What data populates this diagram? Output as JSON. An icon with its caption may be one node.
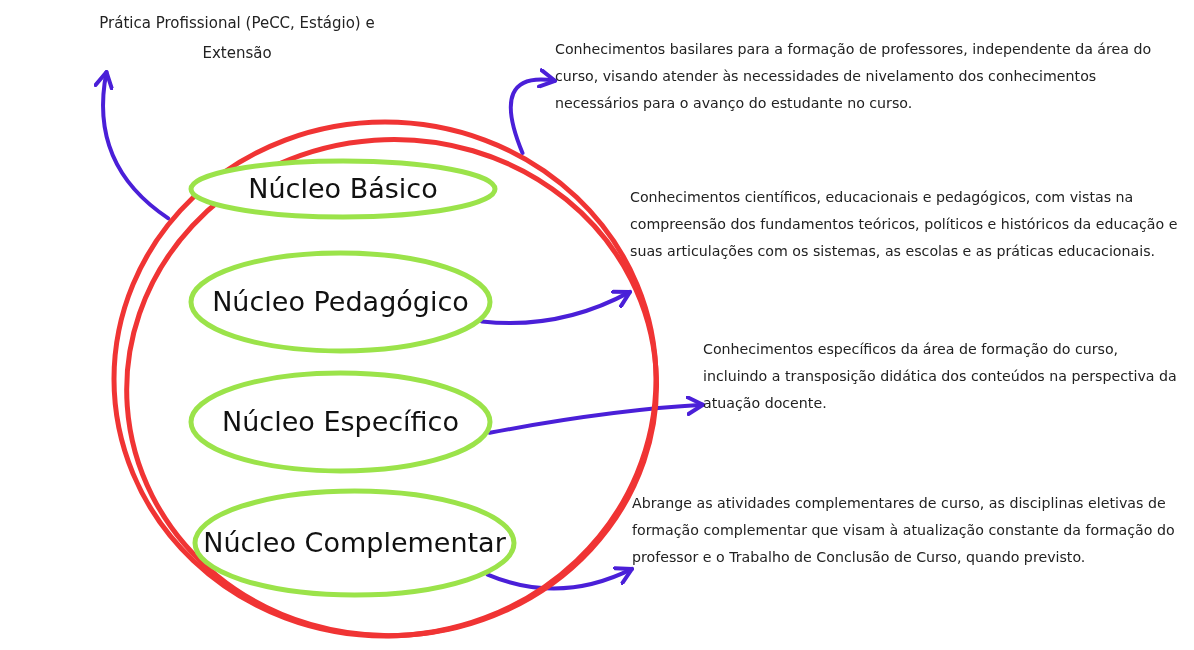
{
  "diagram": {
    "nodes": [
      {
        "text": [],
        "shape": "circle"
      },
      {
        "text": [
          "Núcleo Básico"
        ],
        "in": 0
      },
      {
        "text": [
          "Núcleo Pedagógico"
        ],
        "in": 0
      },
      {
        "text": [
          "Núcleo Específico"
        ],
        "in": 0
      },
      {
        "text": [
          "Núcleo Complementar"
        ],
        "in": 0
      },
      {
        "text": [
          "Prática Profissional (PeCC, Estágio) e Extensão"
        ]
      },
      {
        "text": [
          "Conhecimentos basilares para a formação de professores, independente da área do curso, visando atender às necessidades de nivelamento dos conhecimentos necessários para o avanço do estudante no curso."
        ]
      },
      {
        "text": [
          "Conhecimentos científicos, educacionais e pedagógicos, com vistas na compreensão dos fundamentos teóricos, políticos e históricos da educação e suas articulações com os sistemas, as escolas e as práticas educacionais."
        ]
      },
      {
        "text": [
          "Conhecimentos específicos da área de formação do curso, incluindo a transposição didática dos conteúdos na perspectiva da atuação docente."
        ]
      },
      {
        "text": [
          "Abrange as atividades complementares de curso, as disciplinas eletivas de formação complementar que visam à atualização constante da formação do professor e o Trabalho de Conclusão de Curso, quando previsto."
        ]
      }
    ],
    "edges": [
      {
        "from": 0,
        "to": 5,
        "arrow": "to"
      },
      {
        "from": 0,
        "to": 6,
        "arrow": "to"
      },
      {
        "from": 2,
        "to": 7,
        "arrow": "to"
      },
      {
        "from": 3,
        "to": 8,
        "arrow": "to"
      },
      {
        "from": 4,
        "to": 9,
        "arrow": "to"
      }
    ]
  }
}
